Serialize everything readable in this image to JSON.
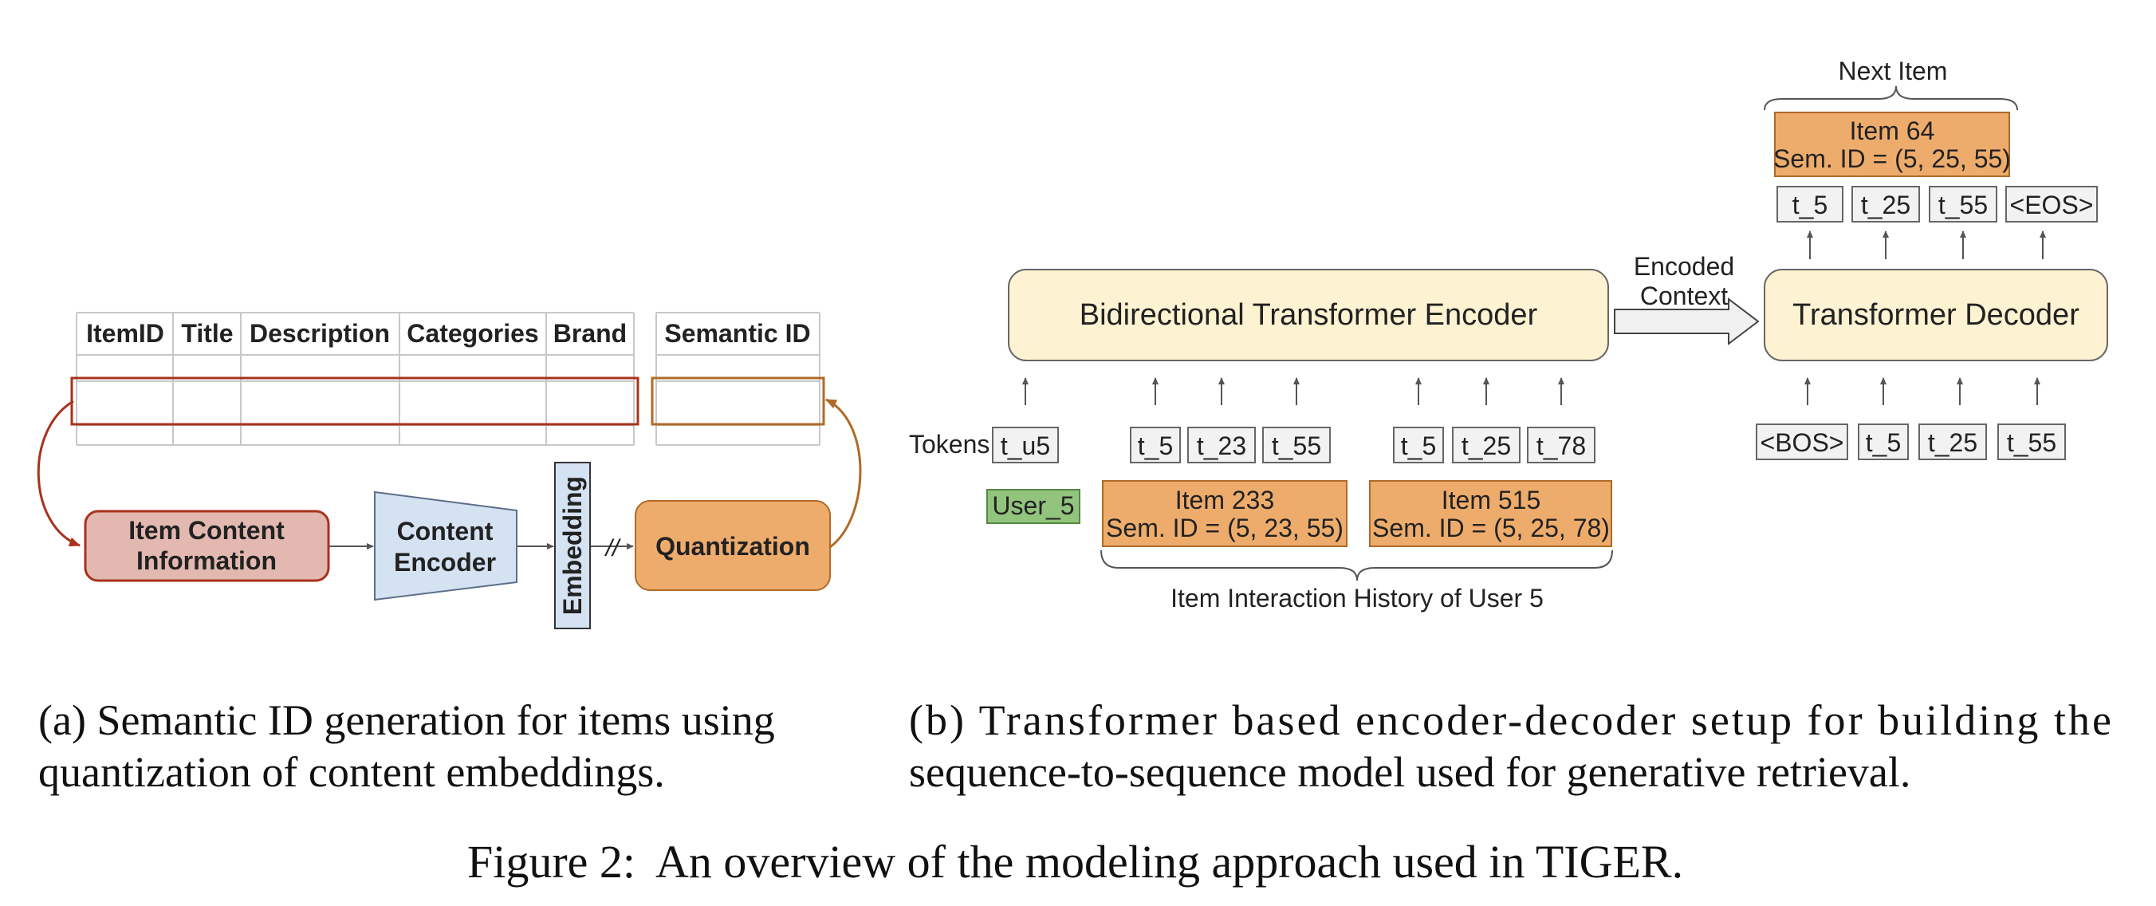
{
  "panel_a": {
    "table_headers": [
      "ItemID",
      "Title",
      "Description",
      "Categories",
      "Brand"
    ],
    "semantic_header": "Semantic ID",
    "item_content_line1": "Item Content",
    "item_content_line2": "Information",
    "content_encoder_line1": "Content",
    "content_encoder_line2": "Encoder",
    "embedding_label": "Embedding",
    "break_mark": "//",
    "quantization_label": "Quantization",
    "caption_line1": "(a) Semantic ID generation for items using",
    "caption_line2": "quantization of content embeddings."
  },
  "panel_b": {
    "encoder_label": "Bidirectional Transformer Encoder",
    "encoded_context_line1": "Encoded",
    "encoded_context_line2": "Context",
    "decoder_label": "Transformer Decoder",
    "tokens_label": "Tokens",
    "user_token": "t_u5",
    "user_label": "User_5",
    "item233_tokens": [
      "t_5",
      "t_23",
      "t_55"
    ],
    "item515_tokens": [
      "t_5",
      "t_25",
      "t_78"
    ],
    "item233_line1": "Item 233",
    "item233_line2": "Sem. ID = (5, 23, 55)",
    "item515_line1": "Item 515",
    "item515_line2": "Sem. ID = (5, 25, 78)",
    "history_label": "Item Interaction History of User 5",
    "decoder_input_tokens": [
      "<BOS>",
      "t_5",
      "t_25",
      "t_55"
    ],
    "decoder_output_tokens": [
      "t_5",
      "t_25",
      "t_55",
      "<EOS>"
    ],
    "next_item_label": "Next Item",
    "item64_line1": "Item 64",
    "item64_line2": "Sem. ID = (5, 25, 55)",
    "caption_line1": "(b) Transformer based encoder-decoder setup for building the",
    "caption_line2": "sequence-to-sequence model used for generative retrieval."
  },
  "figure_caption_prefix": "Figure 2:",
  "figure_caption_text": "An overview of the modeling approach used in TIGER.",
  "colors": {
    "red_outline": "#a8321c",
    "item_content_fill": "#e2b8b0",
    "encoder_fill": "#d5e2f2",
    "orange_fill": "#eeac6c",
    "orange_outline": "#b06a28",
    "cream_fill": "#fdf3d2",
    "green_fill": "#93c47d",
    "token_fill": "#f2f2f2"
  }
}
